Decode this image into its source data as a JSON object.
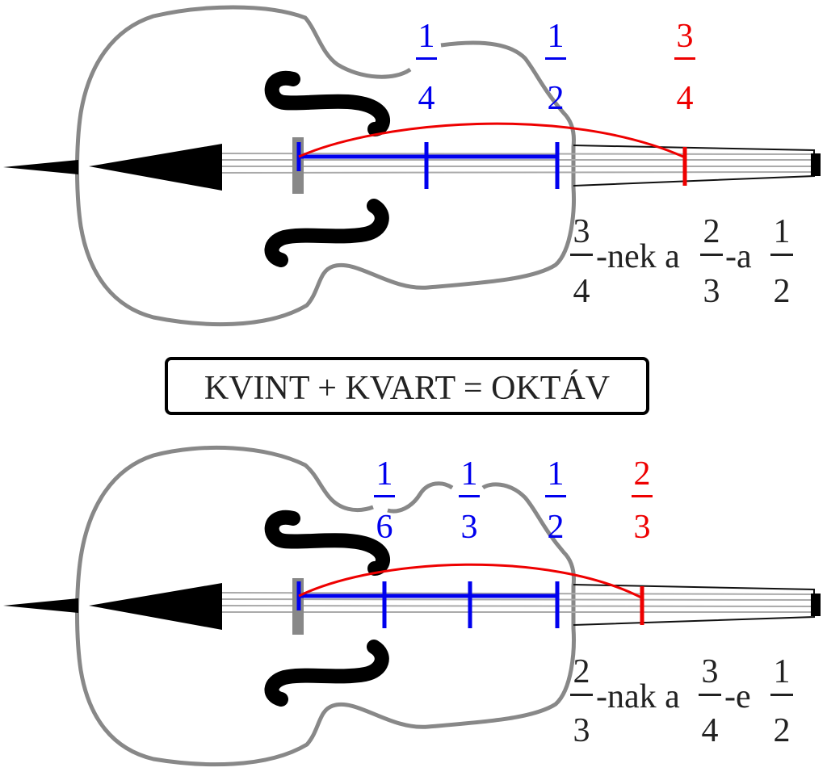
{
  "colors": {
    "outline": "#888888",
    "black": "#000000",
    "blue": "#0000ee",
    "red": "#ee0000",
    "string": "#aaaaaa",
    "text": "#222222"
  },
  "title": "KVINT + KVART = OKTÁV",
  "top": {
    "marks": [
      {
        "num": "1",
        "den": "4",
        "color": "blue"
      },
      {
        "num": "1",
        "den": "2",
        "color": "blue"
      },
      {
        "num": "3",
        "den": "4",
        "color": "red"
      }
    ],
    "caption": {
      "f1": {
        "num": "3",
        "den": "4"
      },
      "t1": "-nek a",
      "f2": {
        "num": "2",
        "den": "3"
      },
      "t2": "-a",
      "f3": {
        "num": "1",
        "den": "2"
      }
    }
  },
  "bottom": {
    "marks": [
      {
        "num": "1",
        "den": "6",
        "color": "blue"
      },
      {
        "num": "1",
        "den": "3",
        "color": "blue"
      },
      {
        "num": "1",
        "den": "2",
        "color": "blue"
      },
      {
        "num": "2",
        "den": "3",
        "color": "red"
      }
    ],
    "caption": {
      "f1": {
        "num": "2",
        "den": "3"
      },
      "t1": "-nak a",
      "f2": {
        "num": "3",
        "den": "4"
      },
      "t2": "-e",
      "f3": {
        "num": "1",
        "den": "2"
      }
    }
  }
}
